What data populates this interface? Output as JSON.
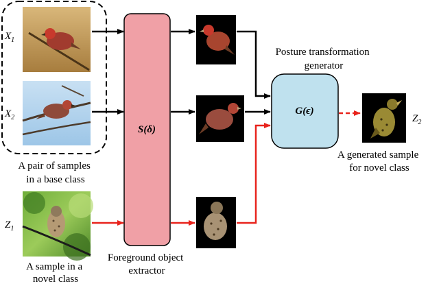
{
  "inputs": {
    "x1": {
      "label": "X",
      "sub": "1"
    },
    "x2": {
      "label": "X",
      "sub": "2"
    },
    "z1": {
      "label": "Z",
      "sub": "1"
    },
    "z2": {
      "label": "Z",
      "sub": "2"
    }
  },
  "captions": {
    "base_pair": [
      "A pair of samples",
      "in a base class"
    ],
    "novel_sample": [
      "A sample in a",
      "novel class"
    ],
    "extractor": [
      "Foreground object",
      "extractor"
    ],
    "generator": [
      "Posture transformation",
      "generator"
    ],
    "generated": [
      "A generated sample",
      "for novel class"
    ]
  },
  "blocks": {
    "extractor_symbol": "S(δ)",
    "generator_symbol": "G(ϵ)"
  },
  "colors": {
    "extractor_fill": "#f0a0a6",
    "generator_fill": "#bfe1ee",
    "arrow_black": "#000000",
    "arrow_red": "#e8231c"
  }
}
